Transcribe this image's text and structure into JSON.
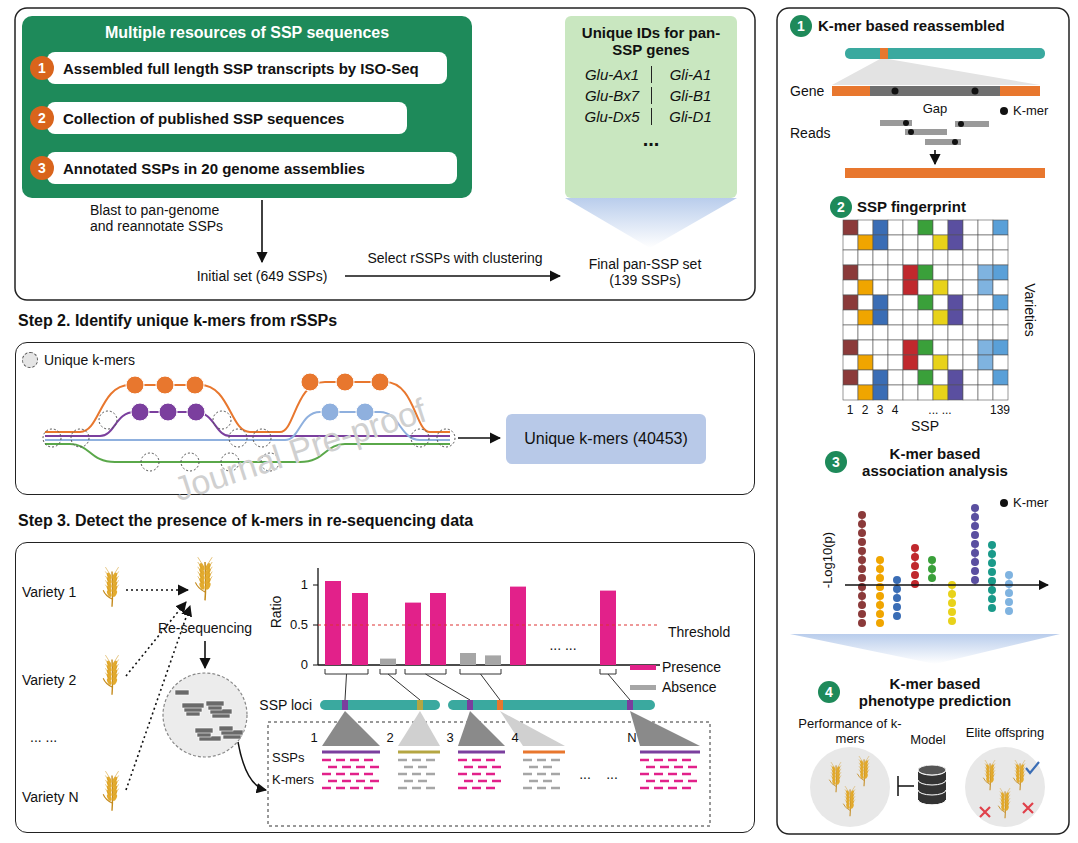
{
  "diagram": {
    "nodes": [
      {
        "text": [
          "Multiple resources of SSP sequences"
        ]
      },
      {
        "text": [
          "1"
        ],
        "in": 0
      },
      {
        "text": [
          "Assembled full length SSP transcripts by ISO-Seq"
        ],
        "in": 0
      },
      {
        "text": [
          "2"
        ],
        "in": 0
      },
      {
        "text": [
          "Collection of published SSP sequences"
        ],
        "in": 0
      },
      {
        "text": [
          "3"
        ],
        "in": 0
      },
      {
        "text": [
          "Annotated SSPs in 20 genome assemblies"
        ],
        "in": 0
      },
      {
        "text": [
          "Unique IDs for pan-SSP genes",
          "Glu-Ax1",
          "Glu-Bx7",
          "Glu-Dx5",
          "Gli-A1",
          "Gli-B1",
          "Gli-D1",
          "..."
        ]
      },
      {
        "text": [
          "Step 2. Identify unique k-mers from rSSPs"
        ]
      },
      {
        "text": [
          "Unique k-mers (40453)"
        ],
        "in": 8
      },
      {
        "text": [
          "Step 3. Detect the presence of k-mers in re-sequencing data"
        ]
      },
      {
        "text": [
          "1"
        ]
      },
      {
        "text": [
          "2"
        ]
      },
      {
        "text": [
          "3"
        ]
      },
      {
        "text": [
          "4"
        ]
      }
    ],
    "labels": [
      "Blast to pan-genome and reannotate SSPs",
      "Initial set (649 SSPs)",
      "Select rSSPs with clustering",
      "Final pan-SSP set (139 SSPs)",
      "Variety 1",
      "Variety 2",
      "... ...",
      "Variety N",
      "Re-sequencing",
      "Ratio",
      "1",
      "0.5",
      "0",
      "Threshold",
      "... ...",
      "SSP loci",
      "SSPs",
      "K-mers",
      "1",
      "2",
      "3",
      "4",
      "N",
      "...",
      "...",
      "K-mer based reassembled",
      "Gene",
      "Gap",
      "Reads",
      "K-mer",
      "SSP fingerprint",
      "Varieties",
      "1",
      "2",
      "3",
      "4",
      "... ...",
      "139",
      "SSP",
      "K-mer based association analysis",
      "K-mer",
      "-Log10(p)",
      "K-mer based phenotype prediction",
      "Performance of k-mers",
      "Model",
      "Elite offspring",
      "Journal Pre-proof"
    ],
    "legend": [
      {
        "text": "Unique k-mers"
      },
      {
        "text": "Presence",
        "color": "#e2218a"
      },
      {
        "text": "Absence",
        "color": "#a6a6a6"
      }
    ]
  }
}
